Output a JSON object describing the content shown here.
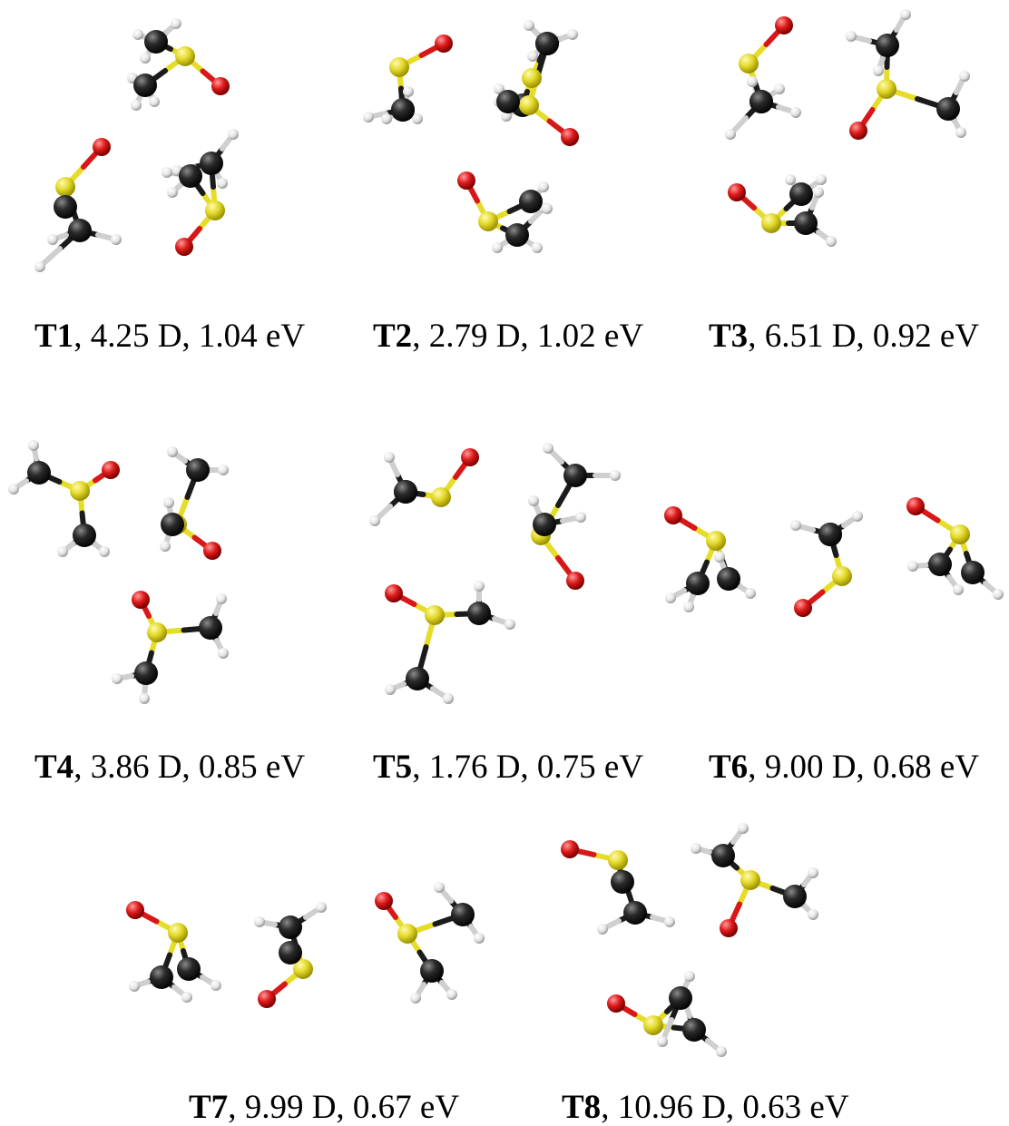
{
  "colors": {
    "carbon": "#1b1b1b",
    "sulfur": "#e6dc2a",
    "oxygen": "#d81818",
    "hydrogen": "#e8e8e8"
  },
  "panels": [
    {
      "label": "T1",
      "values": "4.25 D, 1.04 eV"
    },
    {
      "label": "T2",
      "values": "2.79 D, 1.02 eV"
    },
    {
      "label": "T3",
      "values": "6.51 D, 0.92 eV"
    },
    {
      "label": "T4",
      "values": "3.86 D, 0.85 eV"
    },
    {
      "label": "T5",
      "values": "1.76 D, 0.75 eV"
    },
    {
      "label": "T6",
      "values": "9.00 D, 0.68 eV"
    },
    {
      "label": "T7",
      "values": "9.99 D, 0.67 eV"
    },
    {
      "label": "T8",
      "values": "10.96 D, 0.63 eV"
    }
  ]
}
